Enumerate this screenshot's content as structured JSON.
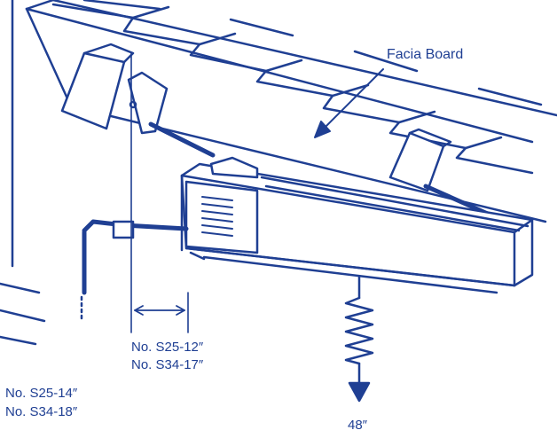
{
  "colors": {
    "ink": "#1f3f93",
    "paper": "#ffffff"
  },
  "labels": {
    "facia_board": "Facia Board",
    "clearance_12": "No. S25-12″",
    "clearance_17": "No. S34-17″",
    "clearance_14": "No. S25-14″",
    "clearance_18": "No. S34-18″",
    "height_48": "48″"
  },
  "icons": [
    "arrow-icon",
    "dimension-arrow-icon",
    "spring-icon",
    "down-arrow-icon"
  ]
}
